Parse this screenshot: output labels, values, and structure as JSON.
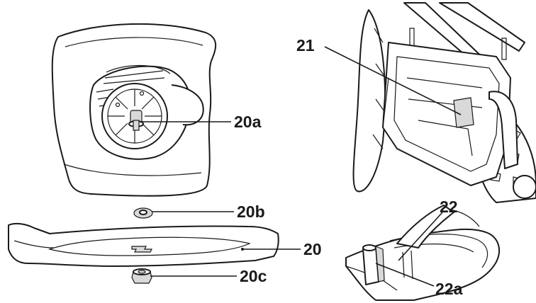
{
  "callouts": {
    "l20a": "20a",
    "l20b": "20b",
    "l20": "20",
    "l20c": "20c",
    "l21": "21",
    "l22": "22",
    "l22a": "22a"
  }
}
